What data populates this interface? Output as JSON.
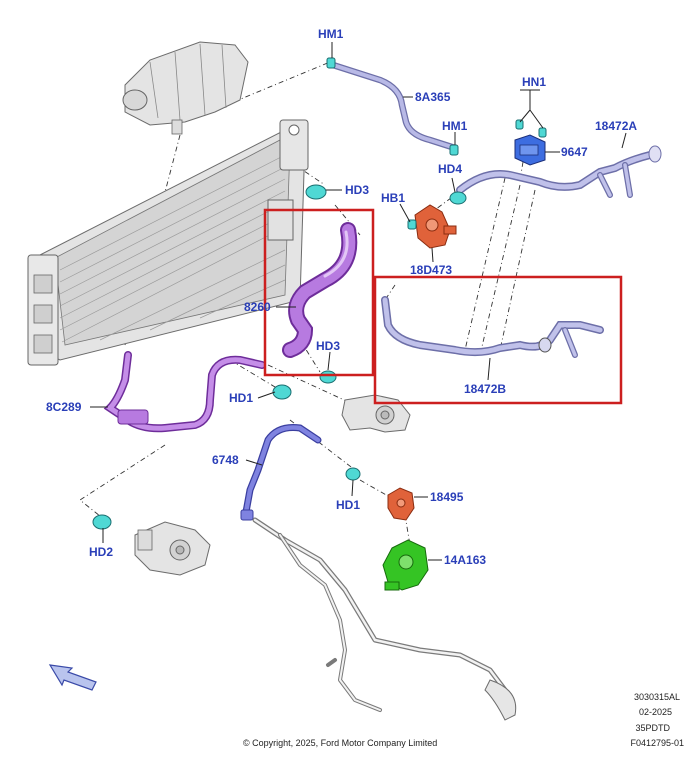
{
  "callouts": {
    "hm1_top": "HM1",
    "hose_8a365": "8A365",
    "hm1_mid": "HM1",
    "hn1": "HN1",
    "part_9647": "9647",
    "hose_18472a": "18472A",
    "hd4": "HD4",
    "hd3_top": "HD3",
    "hb1": "HB1",
    "part_18d473": "18D473",
    "hose_8260": "8260",
    "hd3_mid": "HD3",
    "hose_18472b": "18472B",
    "hose_8c289": "8C289",
    "hd1_left": "HD1",
    "hose_6748": "6748",
    "part_18495": "18495",
    "hd1_bottom": "HD1",
    "hd2": "HD2",
    "part_14a163": "14A163"
  },
  "footer": {
    "copyright": "© Copyright, 2025, Ford Motor Company Limited",
    "code_line1": "3030315AL",
    "code_line2": "02-2025",
    "code_line3": "35PDTD",
    "code_line4": "F0412795-01"
  },
  "colors": {
    "highlight_box": "#cc1f1f",
    "callout_text": "#2a3fb8",
    "hose_purple": "#a35ad1",
    "hose_lavender": "#9ea0d8",
    "hose_blue": "#6a6ed2",
    "fitting_red": "#e0623a",
    "pump_green": "#35c424",
    "clamp_cyan": "#4fd8d4",
    "arrow_fill": "#b9c4ee"
  }
}
